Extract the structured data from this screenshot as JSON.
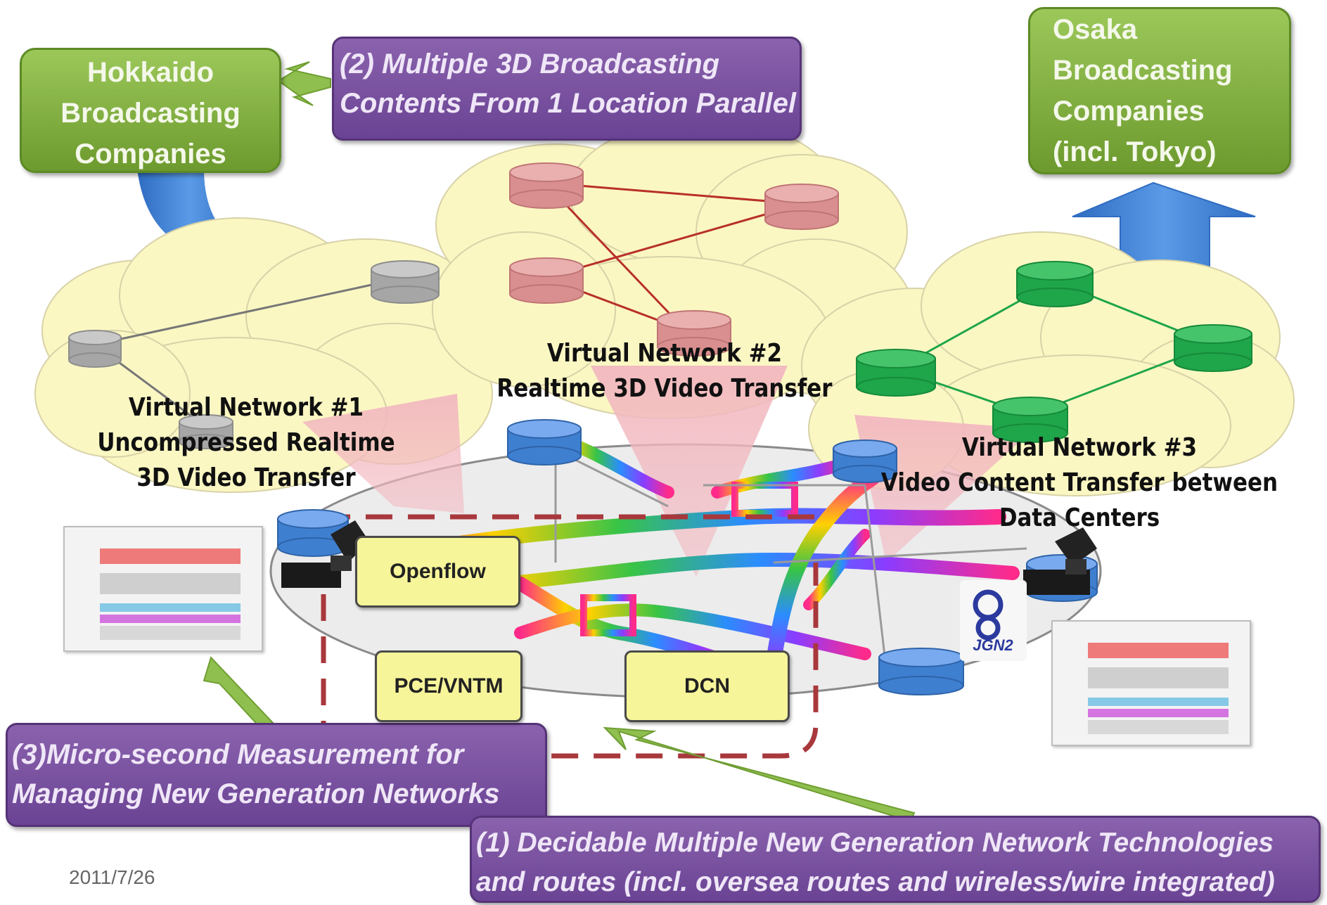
{
  "companies": {
    "hokkaido": [
      "Hokkaido",
      "Broadcasting",
      "Companies"
    ],
    "osaka": [
      "Osaka",
      "Broadcasting",
      "Companies",
      "(incl. Tokyo)"
    ]
  },
  "callouts": {
    "multiple_3d": [
      "(2) Multiple 3D Broadcasting",
      "Contents From 1 Location Parallel"
    ],
    "micro_second": [
      "(3)Micro-second Measurement for",
      "Managing New Generation Networks"
    ],
    "decidable": [
      "(1)  Decidable Multiple New Generation Network Technologies",
      "and routes (incl. oversea routes and wireless/wire integrated)"
    ]
  },
  "virtual_networks": [
    {
      "lines": [
        "Virtual Network #1",
        "Uncompressed Realtime",
        "3D Video Transfer"
      ],
      "color": "#a6a6a6"
    },
    {
      "lines": [
        "Virtual Network #2",
        "Realtime 3D Video Transfer"
      ],
      "color": "#d98f8f"
    },
    {
      "lines": [
        "Virtual Network #3",
        "Video Content Transfer between",
        "Data Centers"
      ],
      "color": "#1fa54a"
    }
  ],
  "components": {
    "openflow": "Openflow",
    "pce": "PCE/VNTM",
    "dcn": "DCN"
  },
  "logo_text": "JGN2",
  "date": "2011/7/26",
  "colors": {
    "cloud": "#fbf7c3",
    "green_box": "#7aa63a",
    "purple_box": "#7a52a0",
    "blue_arrow": "#3f7fd0",
    "pink_beam": "#f2b8c0",
    "dashed_red": "#a8383c"
  }
}
